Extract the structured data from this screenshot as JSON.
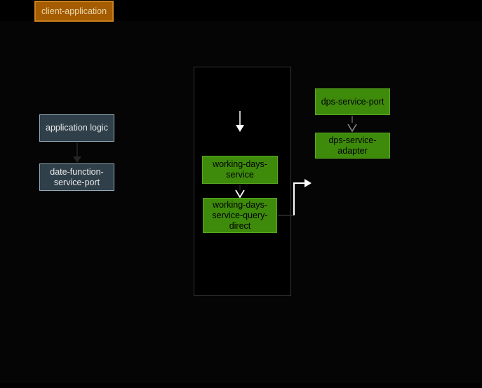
{
  "diagram": {
    "background": "#000000",
    "container": {
      "id": "working-days-container",
      "border_color": "#333333",
      "fill": "#000000"
    },
    "palette": {
      "external_fill": "#a55c00",
      "external_border": "#c8811c",
      "external_text": "#e9d6a7",
      "logic_fill": "#30404a",
      "logic_border": "#93aab8",
      "logic_text": "#e8e8e8",
      "service_fill": "#3e8a0b",
      "service_border": "#58a71f",
      "service_text": "#000000",
      "arrow_white": "#ffffff",
      "arrow_gray": "#808080",
      "arrow_dark": "#262626"
    }
  },
  "nodes": [
    {
      "id": "client-application",
      "label": "client-application",
      "style": "orange"
    },
    {
      "id": "application-logic",
      "label": "application logic",
      "style": "slate"
    },
    {
      "id": "date-function-service-port",
      "label": "date-function-service-port",
      "style": "slate"
    },
    {
      "id": "working-days-service",
      "label": "working-days-service",
      "style": "green"
    },
    {
      "id": "working-days-service-query-direct",
      "label": "working-days-service-query-direct",
      "style": "green"
    },
    {
      "id": "dps-service-port",
      "label": "dps-service-port",
      "style": "green"
    },
    {
      "id": "dps-service-adapter",
      "label": "dps-service-adapter",
      "style": "green"
    }
  ],
  "edges": [
    {
      "from": "application logic",
      "to": "date-function-service-port",
      "color": "dark",
      "direction": "down"
    },
    {
      "from": "",
      "to": "working-days-service",
      "color": "white",
      "direction": "down"
    },
    {
      "from": "working-days-service",
      "to": "working-days-service-query-direct",
      "color": "white",
      "direction": "down"
    },
    {
      "from": "dps-service-port",
      "to": "dps-service-adapter",
      "color": "gray",
      "direction": "down"
    },
    {
      "from": "working-days-service-query-direct",
      "to": "",
      "color": "white",
      "direction": "right"
    }
  ]
}
